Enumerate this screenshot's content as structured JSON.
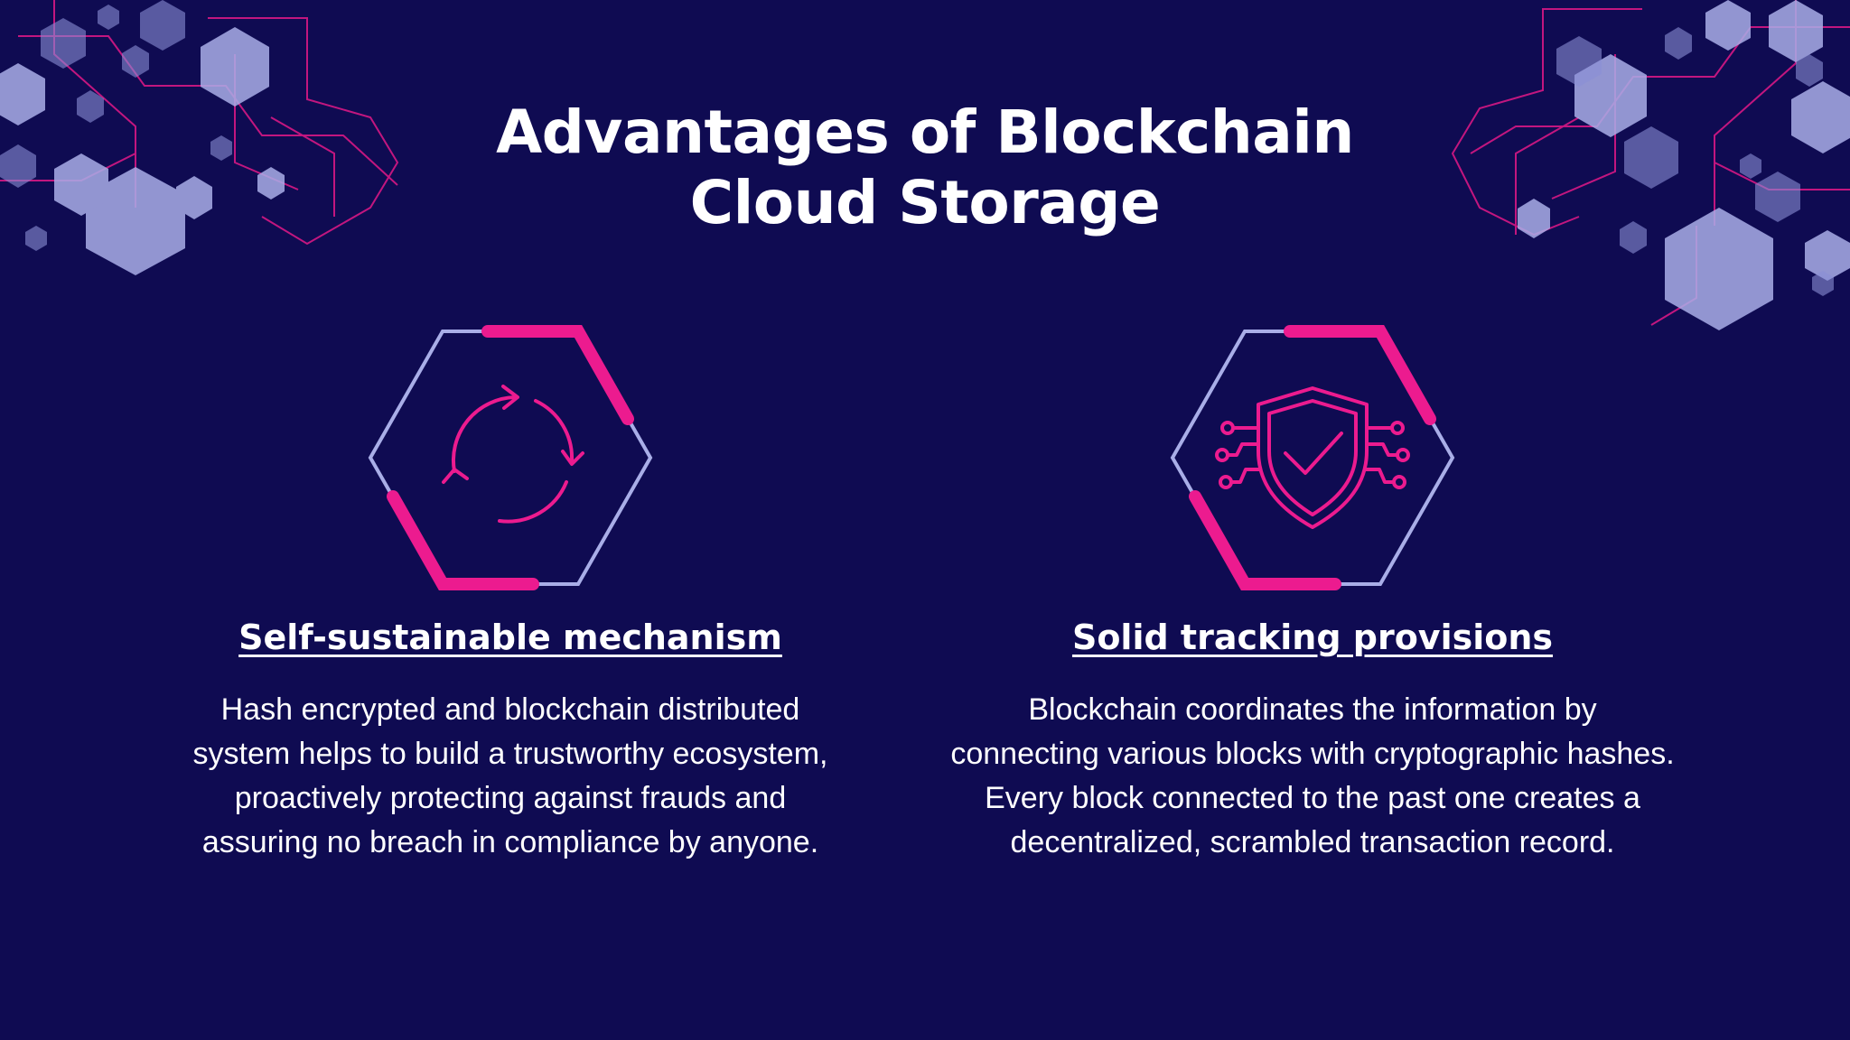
{
  "slide": {
    "title_lines": [
      "Advantages of Blockchain",
      "Cloud Storage"
    ],
    "colors": {
      "background": "#0f0b52",
      "accent": "#ec1b8f",
      "hexagon_light": "#a9aee8",
      "text": "#ffffff"
    }
  },
  "features": [
    {
      "icon": "refresh-cycle-icon",
      "heading": "Self-sustainable mechanism",
      "body_lines": [
        "Hash encrypted and blockchain distributed",
        "system helps to build a trustworthy ecosystem,",
        "proactively protecting against frauds and",
        "assuring no breach in compliance by anyone."
      ]
    },
    {
      "icon": "shield-check-circuit-icon",
      "heading": "Solid tracking provisions",
      "body_lines": [
        "Blockchain coordinates the information by",
        "connecting various blocks with cryptographic hashes.",
        "Every block connected to the past one creates a",
        "decentralized, scrambled transaction record."
      ]
    }
  ]
}
